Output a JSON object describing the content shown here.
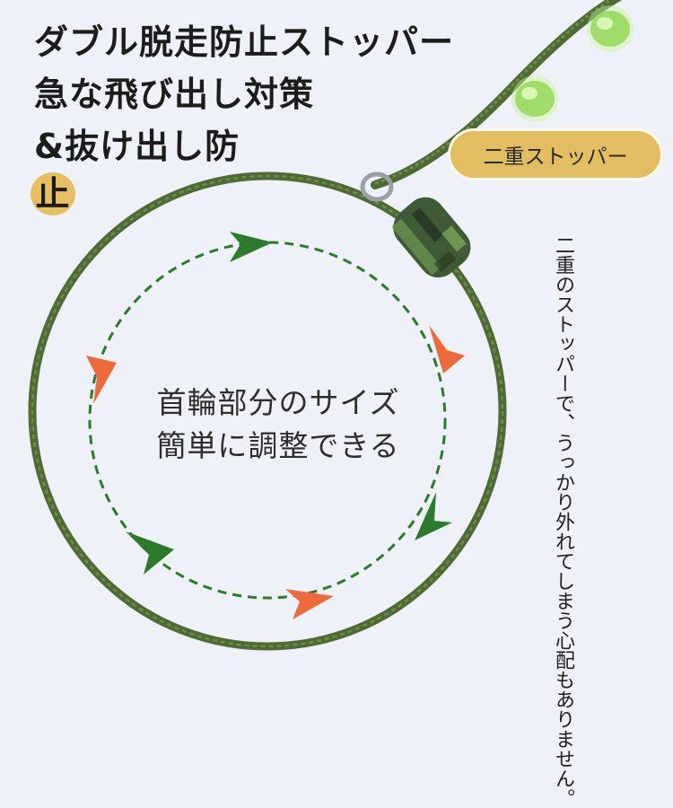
{
  "headline": {
    "line1": "ダブル脱走防止ストッパー",
    "line2": "急な飛び出し対策",
    "line3": "&抜け出し防",
    "line3_mark": "止"
  },
  "badge": {
    "label": "二重ストッパー"
  },
  "side_note": {
    "text": "二重のストッパーで、うっかり外れてしまう心配もありません。"
  },
  "center_caption": {
    "line1": "首輪部分のサイズ",
    "line2": "簡単に調整できる"
  },
  "colors": {
    "background": "#eef1f7",
    "cord": "#4e6b33",
    "cord_highlight": "#6d8c4a",
    "arrow_green": "#2c7a2c",
    "arrow_orange": "#ee6a3a",
    "badge_gold": "#e3bd61",
    "bead_glow": "#b4ee7a"
  }
}
